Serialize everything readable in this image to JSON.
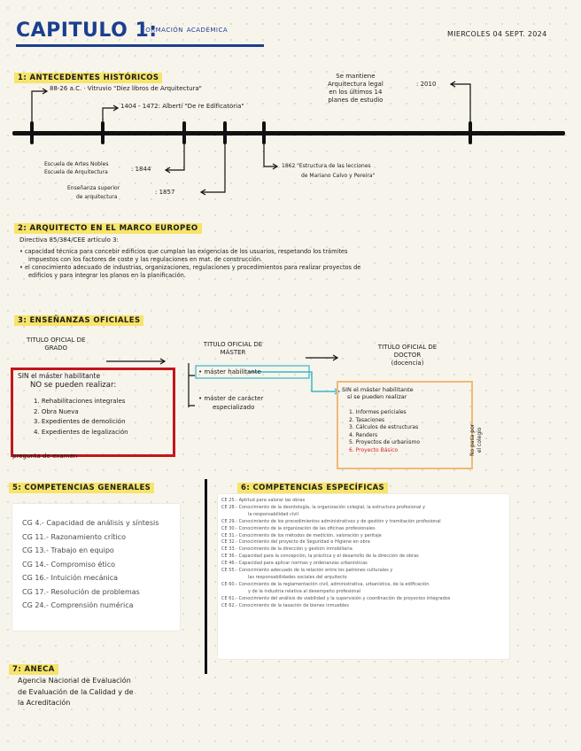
{
  "header": {
    "title": "CAPITULO 1:",
    "subtitle": "Formación académica",
    "date": "MIERCOLES 04 SEPT. 2024"
  },
  "s1": {
    "heading": "1: ANTECEDENTES HISTÓRICOS",
    "e1": "88-26 a.C. · Vitruvio \"Diez libros de Arquitectura\"",
    "e2": "1404 - 1472: Alberti \"De re Edificatoria\"",
    "e3a": "Escuela de Artes Nobles",
    "e3b": "Escuela de Arquitectura",
    "e3y": ": 1844",
    "e4a": "Enseñanza superior",
    "e4b": "de arquitectura",
    "e4y": ": 1857",
    "e5a": "1862 \"Estructura de las lecciones",
    "e5b": "de Mariano Calvo y Pereira\"",
    "e6a": "Se mantiene",
    "e6b": "Arquitectura legal",
    "e6c": "en los últimos 14",
    "e6d": "planes de estudio",
    "e6y": ": 2010"
  },
  "s2": {
    "heading": "2: ARQUITECTO EN EL MARCO EUROPEO",
    "directive": "Directiva 85/384/CEE artículo 3:",
    "b1a": "• capacidad técnica para concebir edificios que cumplan las exigencias de los usuarios, respetando los trámites",
    "b1b": "impuestos con los factores de coste y las regulaciones en mat. de construcción.",
    "b2a": "• el conocimiento adecuado de industrias, organizaciones, regulaciones y procedimientos para realizar proyectos de",
    "b2b": "edificios y para integrar los planos en la planificación."
  },
  "s3": {
    "heading": "3: ENSEÑANZAS OFICIALES",
    "grado_a": "TITULO OFICIAL DE",
    "grado_b": "GRADO",
    "master_a": "TITULO OFICIAL DE",
    "master_b": "MÁSTER",
    "doctor_a": "TITULO OFICIAL DE",
    "doctor_b": "DOCTOR",
    "doctor_c": "(docencia)",
    "red_l1": "SIN el máster habilitante",
    "red_l2": "NO se pueden realizar:",
    "red_items": [
      "1. Rehabilitaciones integrales",
      "2. Obra Nueva",
      "3. Expedientes de demolición",
      "4. Expedientes de legalización"
    ],
    "exam": "pregunta de examen",
    "m1": "• máster habilitante",
    "m2a": "• máster de carácter",
    "m2b": "especializado",
    "or_l1": "SIN el máster habilitante",
    "or_l2": "sí se pueden realizar",
    "or_items": [
      "1. Informes periciales",
      "2. Tasaciones",
      "3. Cálculos de estructuras",
      "4. Renders",
      "5. Proyectos de urbanismo"
    ],
    "or_last": "6. Proyecto Básico",
    "side_a": "No pasa por",
    "side_b": "el colegio"
  },
  "s5": {
    "heading": "5: COMPETENCIAS GENERALES",
    "items": [
      "CG 4.- Capacidad de análisis y síntesis",
      "CG 11.- Razonamiento crítico",
      "CG 13.- Trabajo en equipo",
      "CG 14.- Compromiso ético",
      "CG 16.- Intuición mecánica",
      "CG 17.- Resolución de problemas",
      "CG 24.- Comprensión numérica"
    ]
  },
  "s6": {
    "heading": "6: COMPETENCIAS ESPECÍFICAS",
    "items": [
      "CE 25.- Aptitud para valorar las obras",
      "CE 28.- Conocimiento de la deontología, la organización colegial, la estructura profesional y",
      "         la responsabilidad  civil",
      "CE 29.- Conocimiento de los procedimientos administrativos y de gestión y tramitación profesional",
      "CE 30.- Conocimiento de la organización de las oficinas profesionales",
      "CE 31.- Conocimiento de los métodos de  medición, valoración y peritaje",
      "CE 32.- Conocimiento del proyecto de Seguridad e Higiene en obra",
      "CE 33.- Conocimiento de la dirección y gestión inmobiliaria",
      "CE 36.- Capacidad  para la concepción, la práctica y el desarrollo de la dirección de obras",
      "CE 46.- Capacidad para aplicar normas y ordenanzas urbanísticas",
      "CE 55.- Conocimiento adecuado de la relación entre los patrones culturales y",
      "         las responsabilidades sociales  del arquitecto",
      "CE 60.- Conocimiento de la reglamentación civil, administrativa, urbanística, de la edificación",
      "         y de la industria relativa al desempeño profesional",
      "CE 61.- Conocimiento del análisis de viabilidad y la supervisión y coordinación de proyectos integrados",
      "CE 62.- Conocimiento de la tasación de bienes inmuebles"
    ]
  },
  "s7": {
    "heading": "7: ANECA",
    "l1": "Agencia Nacional de Evaluación",
    "l2": "de Evaluación de la Calidad y de",
    "l3": "la Acreditación"
  },
  "colors": {
    "title_blue": "#1b3f8f",
    "highlight": "#f7e46a",
    "red_box": "#c4161c",
    "orange_box": "#f0b978",
    "cyan": "#39b6c8"
  }
}
